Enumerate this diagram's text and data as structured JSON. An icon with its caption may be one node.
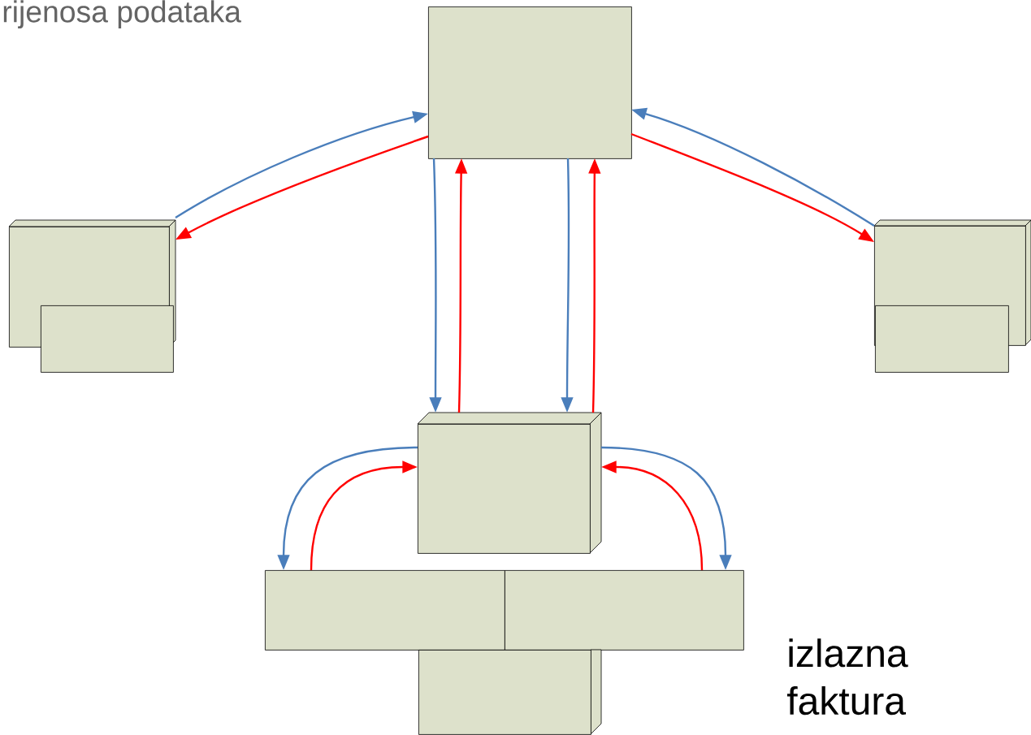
{
  "diagram": {
    "nodes": [
      {
        "text": [],
        "shape": "box"
      },
      {
        "text": [],
        "shape": "box"
      },
      {
        "text": [],
        "shape": "box"
      },
      {
        "text": [],
        "shape": "box"
      },
      {
        "text": [],
        "shape": "box"
      },
      {
        "text": [],
        "shape": "box"
      },
      {
        "text": [],
        "shape": "box"
      },
      {
        "text": [],
        "shape": "box"
      },
      {
        "text": [],
        "shape": "box"
      }
    ],
    "edges": [
      {
        "from": 1,
        "to": 0,
        "arrow": "to",
        "color": "#4a7ebb"
      },
      {
        "from": 0,
        "to": 1,
        "arrow": "to",
        "color": "#ff0000"
      },
      {
        "from": 3,
        "to": 0,
        "arrow": "to",
        "color": "#4a7ebb"
      },
      {
        "from": 0,
        "to": 3,
        "arrow": "to",
        "color": "#ff0000"
      },
      {
        "from": 0,
        "to": 5,
        "arrow": "to",
        "color": "#4a7ebb"
      },
      {
        "from": 5,
        "to": 0,
        "arrow": "to",
        "color": "#ff0000"
      },
      {
        "from": 0,
        "to": 5,
        "arrow": "to",
        "color": "#4a7ebb"
      },
      {
        "from": 5,
        "to": 0,
        "arrow": "to",
        "color": "#ff0000"
      },
      {
        "from": 5,
        "to": 6,
        "arrow": "to",
        "color": "#4a7ebb"
      },
      {
        "from": 6,
        "to": 5,
        "arrow": "to",
        "color": "#ff0000"
      },
      {
        "from": 5,
        "to": 7,
        "arrow": "to",
        "color": "#4a7ebb"
      },
      {
        "from": 7,
        "to": 5,
        "arrow": "to",
        "color": "#ff0000"
      }
    ],
    "labels": [
      "rijenosa podataka",
      "izlazna faktura"
    ]
  }
}
